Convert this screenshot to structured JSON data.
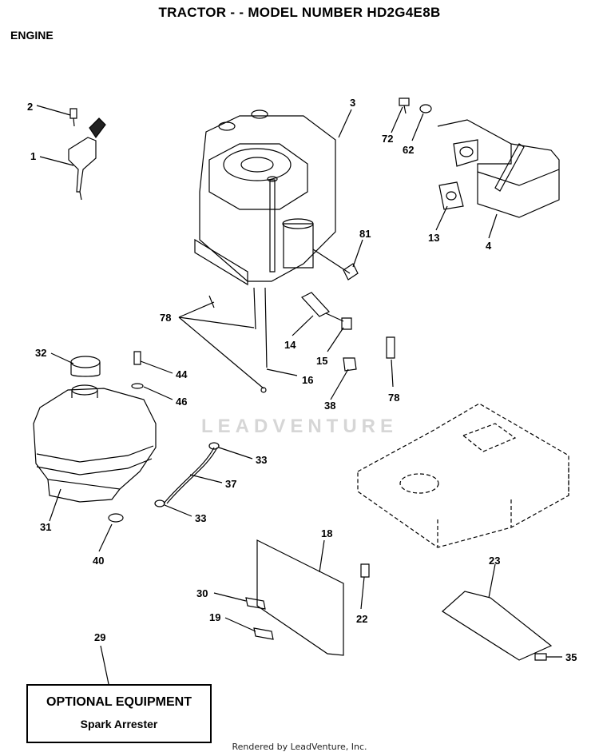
{
  "header": {
    "title": "TRACTOR - - MODEL NUMBER HD2G4E8B",
    "section": "ENGINE"
  },
  "callouts": [
    "1",
    "2",
    "3",
    "72",
    "62",
    "13",
    "4",
    "81",
    "78",
    "14",
    "15",
    "16",
    "78",
    "38",
    "32",
    "44",
    "46",
    "31",
    "37",
    "33",
    "33",
    "40",
    "18",
    "30",
    "19",
    "22",
    "23",
    "35",
    "29"
  ],
  "optional_box": {
    "title": "OPTIONAL EQUIPMENT",
    "item": "Spark Arrester"
  },
  "watermark": "LEADVENTURE",
  "footer": "Rendered by LeadVenture, Inc."
}
